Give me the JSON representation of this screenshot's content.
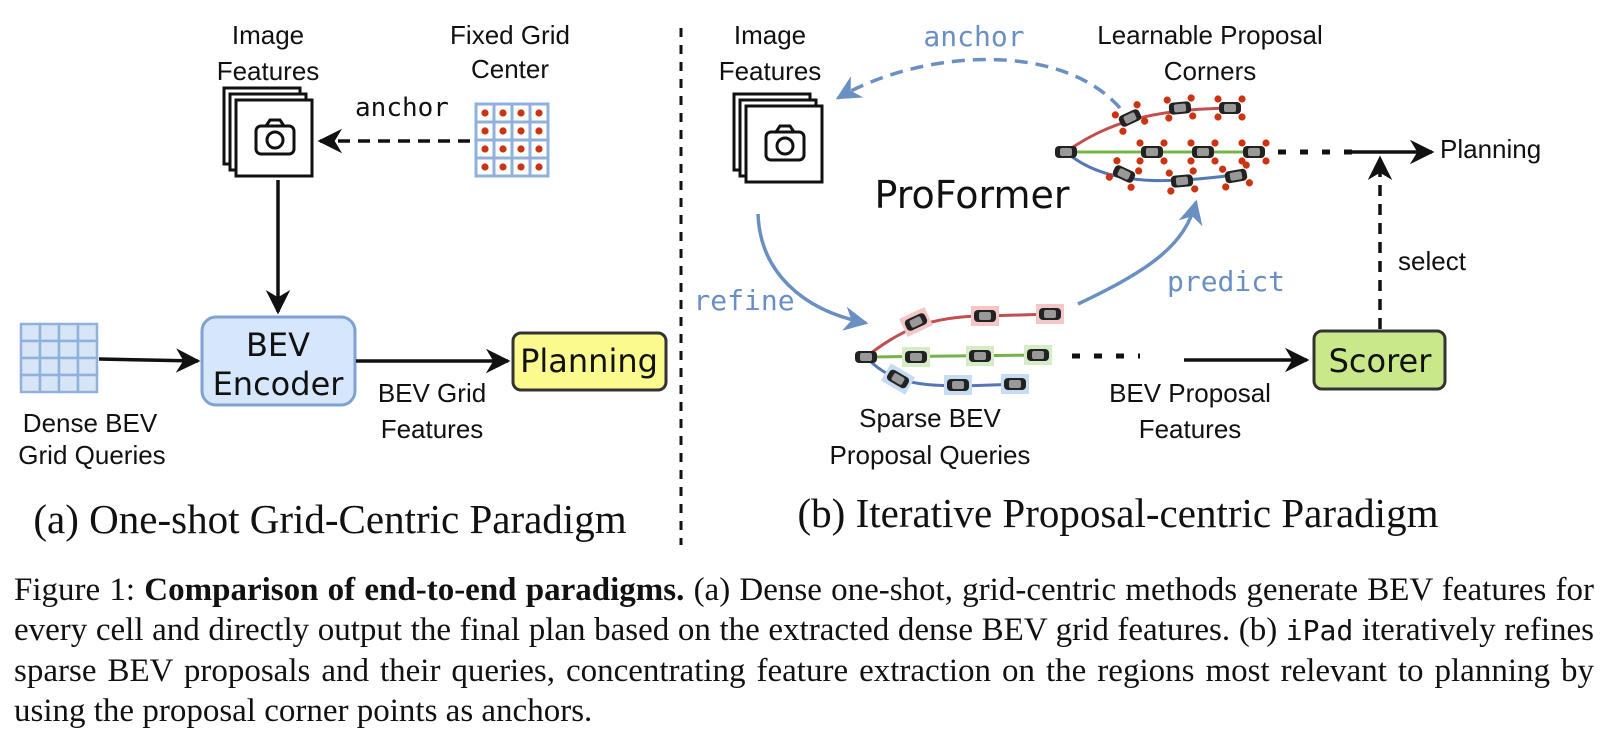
{
  "panel_a": {
    "image_features": [
      "Image",
      "Features"
    ],
    "fixed_grid": [
      "Fixed Grid",
      "Center"
    ],
    "anchor": "anchor",
    "encoder": [
      "BEV",
      "Encoder"
    ],
    "planning": "Planning",
    "dense_queries": [
      "Dense BEV",
      "Grid Queries"
    ],
    "grid_features": [
      "BEV Grid",
      "Features"
    ],
    "subtitle": "(a) One-shot Grid-Centric Paradigm"
  },
  "panel_b": {
    "image_features": [
      "Image",
      "Features"
    ],
    "anchor": "anchor",
    "corners": [
      "Learnable Proposal",
      "Corners"
    ],
    "proformer": "ProFormer",
    "planning": "Planning",
    "refine": "refine",
    "predict": "predict",
    "select": "select",
    "sparse_queries": [
      "Sparse BEV",
      "Proposal Queries"
    ],
    "proposal_features": [
      "BEV Proposal",
      "Features"
    ],
    "scorer": "Scorer",
    "subtitle": "(b) Iterative Proposal-centric Paradigm"
  },
  "caption": {
    "label": "Figure 1:",
    "bold": "Comparison of end-to-end paradigms.",
    "text1": "(a) Dense one-shot, grid-centric methods generate BEV features for every cell and directly output the final plan based on the extracted dense BEV grid features. (b)",
    "mono": "iPad",
    "text2": "iteratively refines sparse BEV proposals and their queries, concentrating feature extraction on the regions most relevant to planning by using the proposal corner points as anchors."
  },
  "colors": {
    "encoder_fill": "#d6e6fb",
    "encoder_stroke": "#7ea2d4",
    "planning_fill": "#fbfa8e",
    "scorer_fill": "#c8e88a",
    "arrow_blue": "#6a8fc2",
    "grid_blue": "#8fb1dc",
    "dot_red": "#cc3311",
    "traj_red": "#c05050",
    "traj_green": "#77b34a",
    "traj_blue": "#5577b8"
  }
}
